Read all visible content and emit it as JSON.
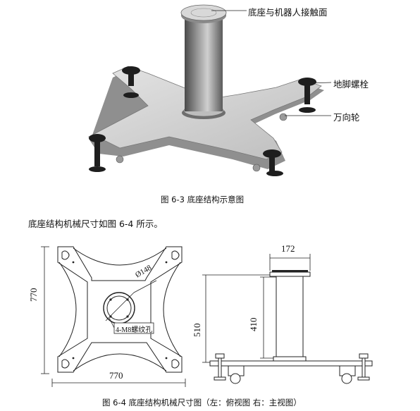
{
  "figure_6_3": {
    "callouts": {
      "interface": "底座与机器人接触面",
      "foot_bolt": "地脚螺栓",
      "caster": "万向轮"
    },
    "caption": "图  6-3 底座结构示意图"
  },
  "paragraph": "底座结构机械尺寸如图 6-4 所示。",
  "figure_6_4": {
    "top_view": {
      "dim_height": "770",
      "dim_width": "770",
      "diameter": "Ø148",
      "thread_note": "4-M8螺纹孔"
    },
    "front_view": {
      "dim_top": "172",
      "dim_column": "410",
      "dim_total": "510"
    },
    "caption": "图 6-4 底座结构机械尺寸图（左：俯视图  右：主视图）"
  }
}
